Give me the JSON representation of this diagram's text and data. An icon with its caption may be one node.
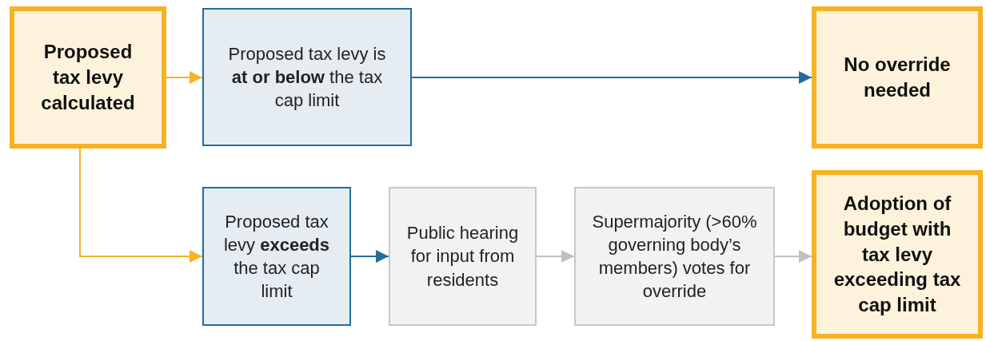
{
  "diagram": {
    "nodes": [
      {
        "text": [
          "Proposed tax levy calculated"
        ]
      },
      {
        "text": [
          "Proposed tax levy is **at or below** the tax cap limit"
        ]
      },
      {
        "text": [
          "No override needed"
        ]
      },
      {
        "text": [
          "Proposed tax levy **exceeds** the tax cap limit"
        ]
      },
      {
        "text": [
          "Public hearing for input from residents"
        ]
      },
      {
        "text": [
          "Supermajority (>60% governing body’s members) votes for override"
        ]
      },
      {
        "text": [
          "Adoption of budget with tax levy exceeding tax cap limit"
        ]
      }
    ],
    "edges": [
      {
        "from": 0,
        "to": 1,
        "arrow": "to",
        "color": "#f5b324"
      },
      {
        "from": 1,
        "to": 2,
        "arrow": "to",
        "color": "#1f6e9c"
      },
      {
        "from": 0,
        "to": 3,
        "arrow": "to",
        "color": "#f5b324"
      },
      {
        "from": 3,
        "to": 4,
        "arrow": "to",
        "color": "#1f6e9c"
      },
      {
        "from": 4,
        "to": 5,
        "arrow": "to",
        "color": "#c0c0c0"
      },
      {
        "from": 5,
        "to": 6,
        "arrow": "to",
        "color": "#c0c0c0"
      }
    ]
  }
}
